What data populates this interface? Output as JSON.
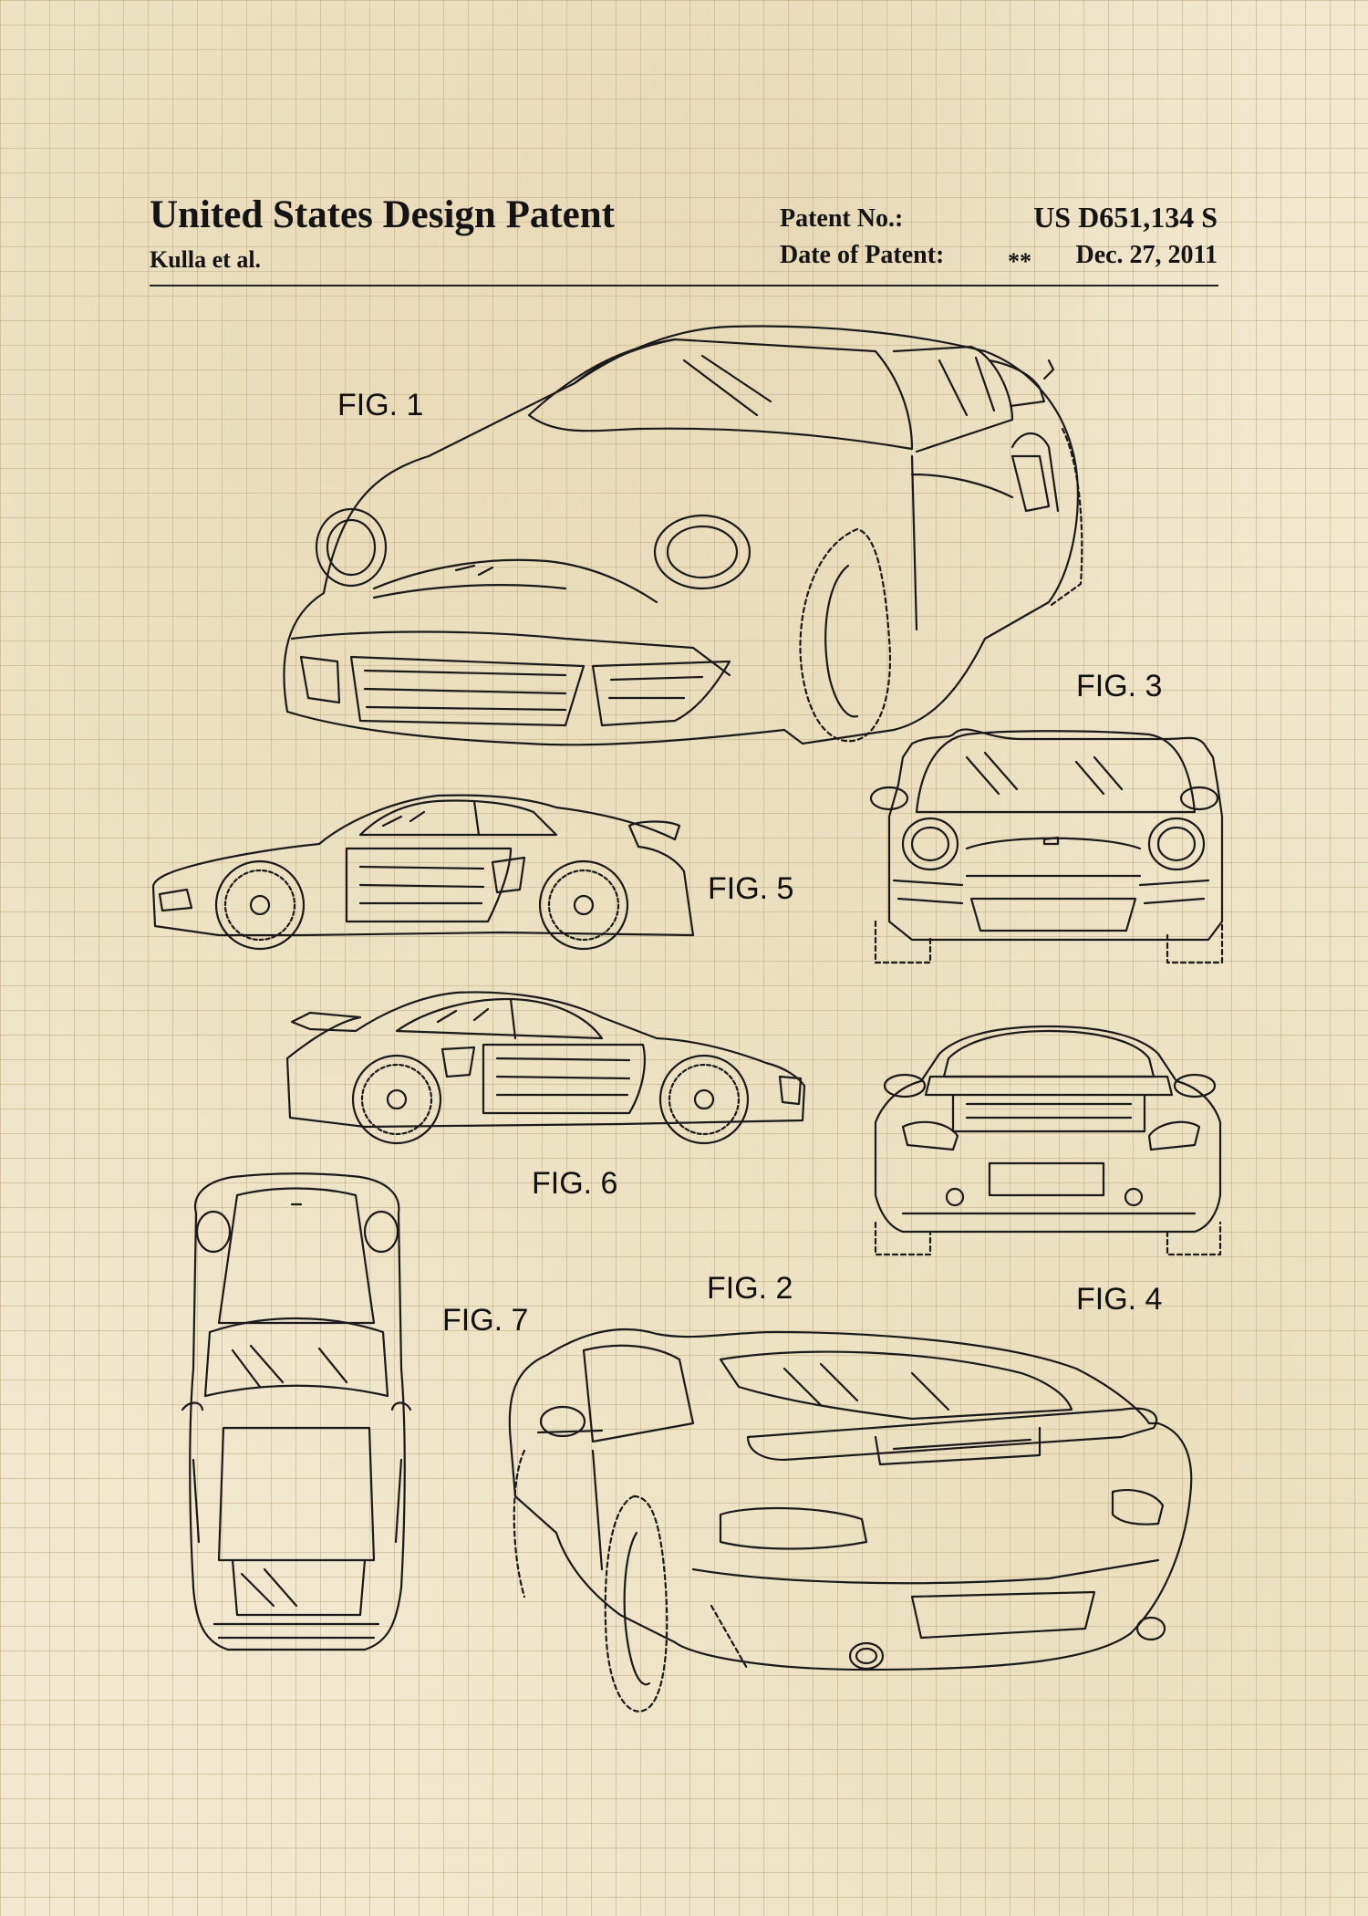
{
  "header": {
    "title": "United States Design Patent",
    "inventor": "Kulla et al.",
    "patent_no_label": "Patent No.:",
    "patent_no": "US D651,134 S",
    "date_label": "Date of Patent:",
    "date_stars": "**",
    "date": "Dec. 27, 2011"
  },
  "figures": {
    "fig1": "FIG. 1",
    "fig2": "FIG. 2",
    "fig3": "FIG. 3",
    "fig4": "FIG. 4",
    "fig5": "FIG. 5",
    "fig6": "FIG. 6",
    "fig7": "FIG. 7"
  },
  "colors": {
    "paper": "#f1e8cf",
    "grid": "#af966e",
    "ink": "#141414"
  }
}
